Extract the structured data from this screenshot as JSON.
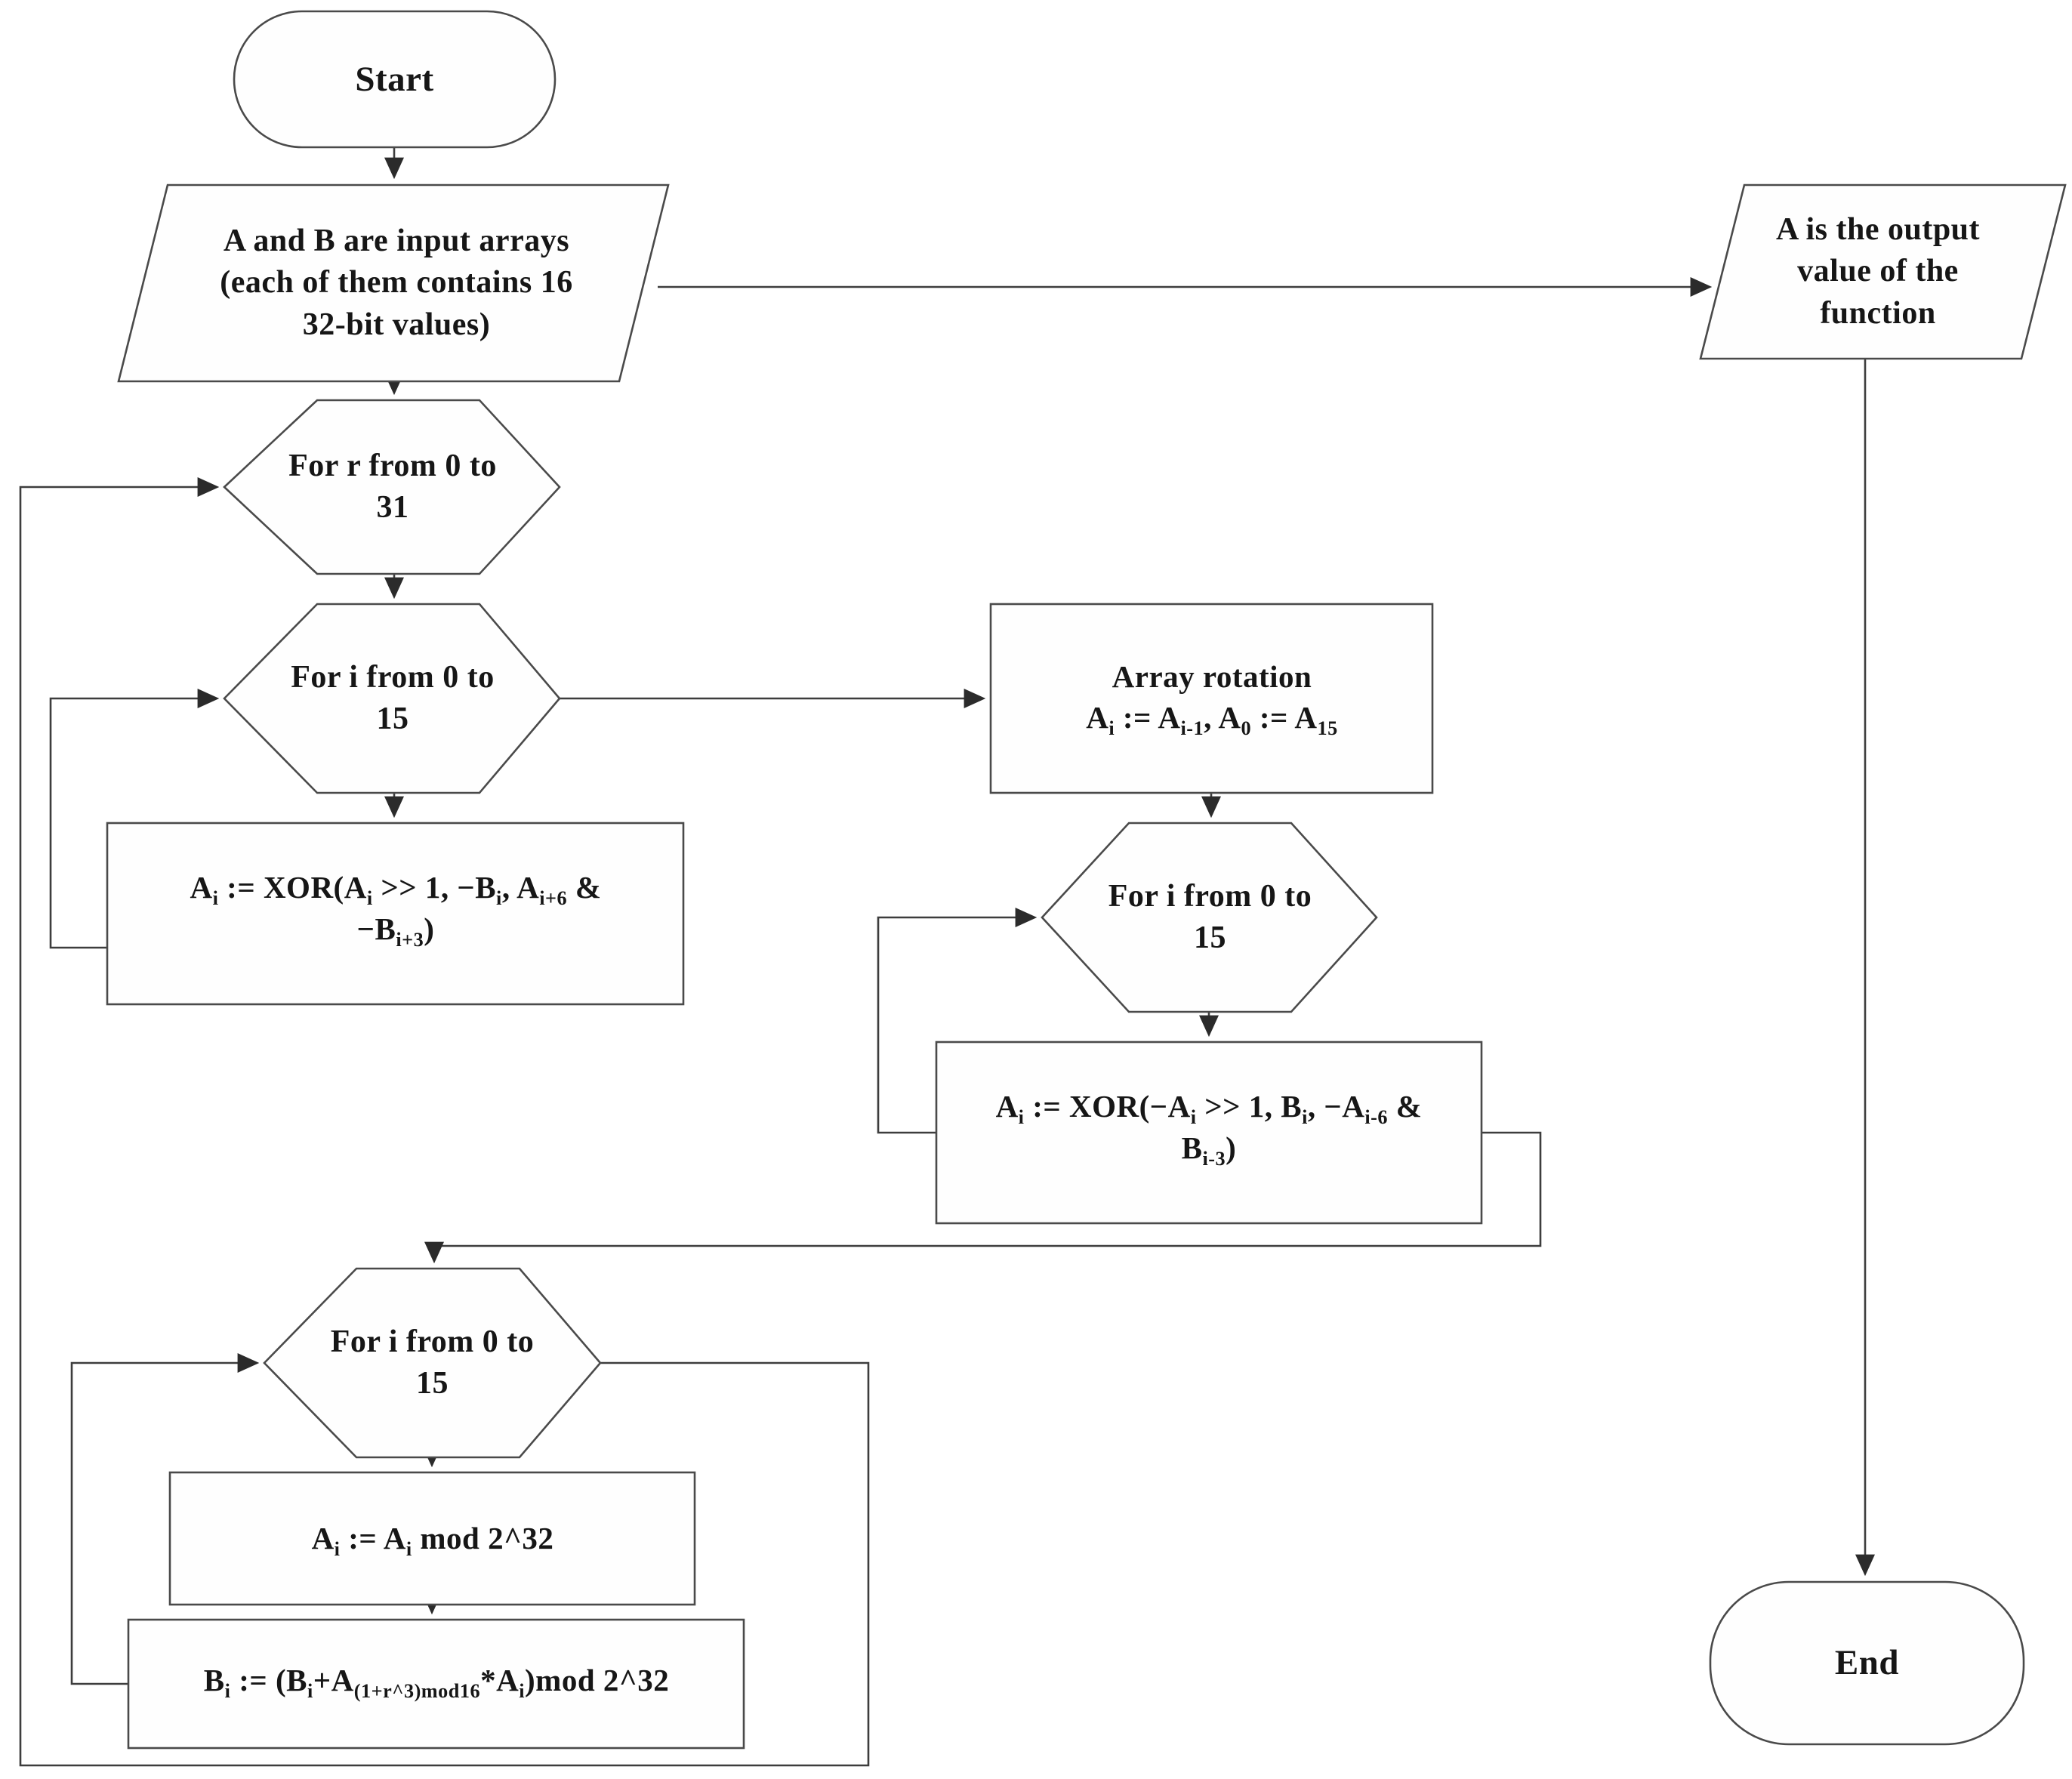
{
  "diagram": {
    "type": "flowchart",
    "background_color": "#ffffff",
    "line_color": "#3d3d3d",
    "shape_fill_color": "#fefefe",
    "text_color": "#161616",
    "nodes": {
      "start": {
        "shape": "terminator",
        "label": "Start"
      },
      "input": {
        "shape": "parallelogram",
        "label": "A and B are input arrays\n(each of them contains 16\n32-bit values)"
      },
      "for_r": {
        "shape": "hexagon-loop",
        "label": "For r from 0 to\n31"
      },
      "for_i_1": {
        "shape": "hexagon-loop",
        "label": "For i from 0 to\n15"
      },
      "xor_1": {
        "shape": "process",
        "label": "A_{i} := XOR(A_{i} >> 1, −B_{i}, A_{i+6} &\n−B_{i+3})"
      },
      "rotation": {
        "shape": "process",
        "label": "Array rotation\nA_{i} := A_{i-1}, A_{0} := A_{15}"
      },
      "for_i_2": {
        "shape": "hexagon-loop",
        "label": "For i from 0 to\n15"
      },
      "xor_2": {
        "shape": "process",
        "label": "A_{i} := XOR(−A_{i} >> 1, B_{i}, −A_{i-6} &\nB_{i-3})"
      },
      "for_i_3": {
        "shape": "hexagon-loop",
        "label": "For i from 0 to\n15"
      },
      "mod": {
        "shape": "process",
        "label": "A_{i} := A_{i} mod 2^32"
      },
      "b_update": {
        "shape": "process",
        "label": "B_{i} := (B_{i}+A_{(1+r^3)mod16}*A_{i})mod 2^32"
      },
      "output": {
        "shape": "parallelogram",
        "label": "A is the output\nvalue of the\nfunction"
      },
      "end": {
        "shape": "terminator",
        "label": "End"
      }
    },
    "edges": [
      {
        "from": "start",
        "to": "input"
      },
      {
        "from": "input",
        "to": "output"
      },
      {
        "from": "input",
        "to": "for_r"
      },
      {
        "from": "for_r",
        "to": "for_i_1"
      },
      {
        "from": "for_i_1",
        "to": "xor_1"
      },
      {
        "from": "xor_1",
        "to": "for_i_1",
        "kind": "loop-back"
      },
      {
        "from": "for_i_1",
        "to": "rotation",
        "kind": "loop-exit"
      },
      {
        "from": "rotation",
        "to": "for_i_2"
      },
      {
        "from": "for_i_2",
        "to": "xor_2"
      },
      {
        "from": "xor_2",
        "to": "for_i_2",
        "kind": "loop-back"
      },
      {
        "from": "xor_2",
        "to": "for_i_3",
        "kind": "loop-exit"
      },
      {
        "from": "for_i_3",
        "to": "mod"
      },
      {
        "from": "mod",
        "to": "b_update"
      },
      {
        "from": "b_update",
        "to": "for_i_3",
        "kind": "loop-back"
      },
      {
        "from": "for_i_3",
        "to": "for_r",
        "kind": "loop-exit"
      },
      {
        "from": "output",
        "to": "end"
      }
    ]
  }
}
